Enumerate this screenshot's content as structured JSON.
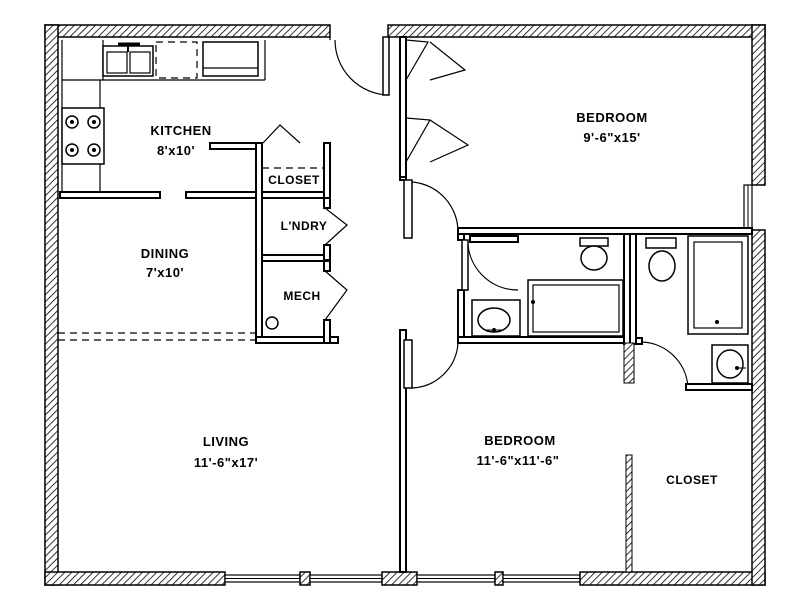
{
  "rooms": {
    "kitchen": {
      "name": "KITCHEN",
      "size": "8'x10'"
    },
    "dining": {
      "name": "DINING",
      "size": "7'x10'"
    },
    "living": {
      "name": "LIVING",
      "size": "11'-6\"x17'"
    },
    "bedroom_top": {
      "name": "BEDROOM",
      "size": "9'-6\"x15'"
    },
    "bedroom_bottom": {
      "name": "BEDROOM",
      "size": "11'-6\"x11'-6\""
    },
    "closet_small": {
      "name": "CLOSET"
    },
    "laundry": {
      "name": "L'NDRY"
    },
    "mech": {
      "name": "MECH"
    },
    "closet_large": {
      "name": "CLOSET"
    }
  },
  "colors": {
    "ink": "#000000",
    "paper": "#ffffff"
  }
}
